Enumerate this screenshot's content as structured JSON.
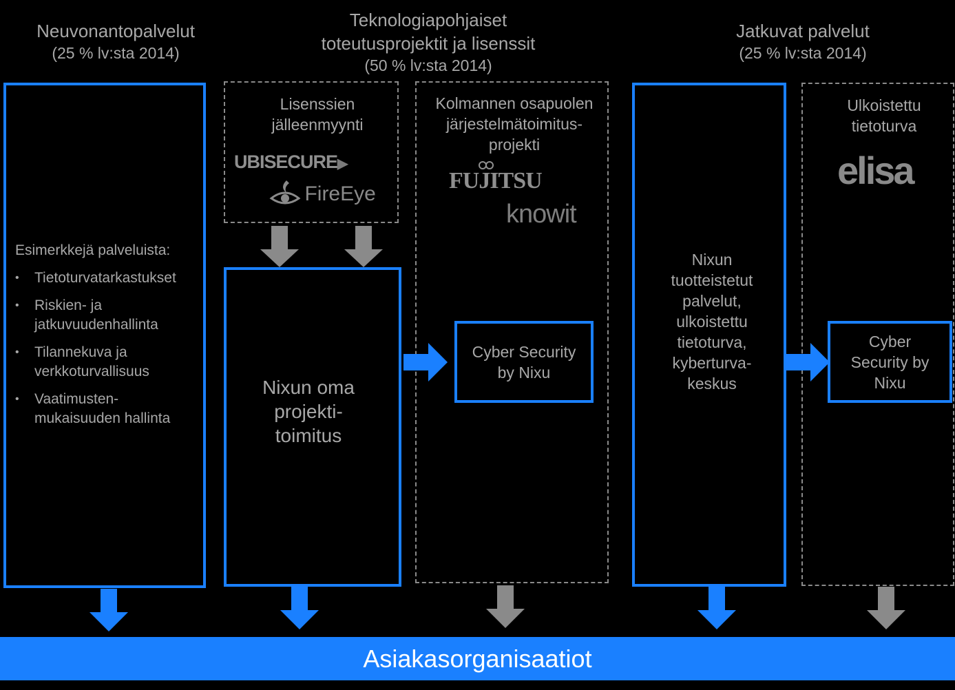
{
  "headers": {
    "advisory": {
      "title": "Neuvonantopalvelut",
      "sub": "(25 % lv:sta 2014)"
    },
    "tech": {
      "title_line1": "Teknologiapohjaiset",
      "title_line2": "toteutusprojektit ja lisenssit",
      "sub": "(50 % lv:sta 2014)"
    },
    "continuous": {
      "title": "Jatkuvat palvelut",
      "sub": "(25 % lv:sta 2014)"
    }
  },
  "advisory_box": {
    "heading": "Esimerkkejä palveluista:",
    "bullet": "•",
    "items": [
      {
        "line1": "Tietoturvatarkastukset",
        "line2": ""
      },
      {
        "line1": "Riskien- ja",
        "line2": "jatkuvuudenhallinta"
      },
      {
        "line1": "Tilannekuva  ja",
        "line2": "verkkoturvallisuus"
      },
      {
        "line1": "Vaatimusten-",
        "line2": "mukaisuuden  hallinta"
      }
    ]
  },
  "license_box": {
    "line1": "Lisenssien",
    "line2": "jälleenmyynti",
    "logos": [
      "UBISECURE",
      "FireEye"
    ]
  },
  "project_box": {
    "line1": "Nixun oma",
    "line2": "projekti-",
    "line3": "toimitus"
  },
  "third_party_box": {
    "line1": "Kolmannen osapuolen",
    "line2": "järjestelmätoimitus-",
    "line3": "projekti",
    "logos": [
      "FUJITSU",
      "knowit"
    ],
    "inner": {
      "line1": "Cyber Security",
      "line2": "by Nixu"
    }
  },
  "productized_box": {
    "lines": [
      "Nixun",
      "tuotteistetut",
      "palvelut,",
      "ulkoistettu",
      "tietoturva,",
      "kyberturva-",
      "keskus"
    ]
  },
  "outsourced_box": {
    "line1": "Ulkoistettu",
    "line2": "tietoturva",
    "logo": "elisa",
    "inner": {
      "line1": "Cyber",
      "line2": "Security by",
      "line3": "Nixu"
    }
  },
  "bottom_bar": {
    "label": "Asiakasorganisaatiot"
  },
  "colors": {
    "accent_blue": "#1a80ff",
    "gray_arrow": "#8a8a8a",
    "background": "#000000"
  }
}
